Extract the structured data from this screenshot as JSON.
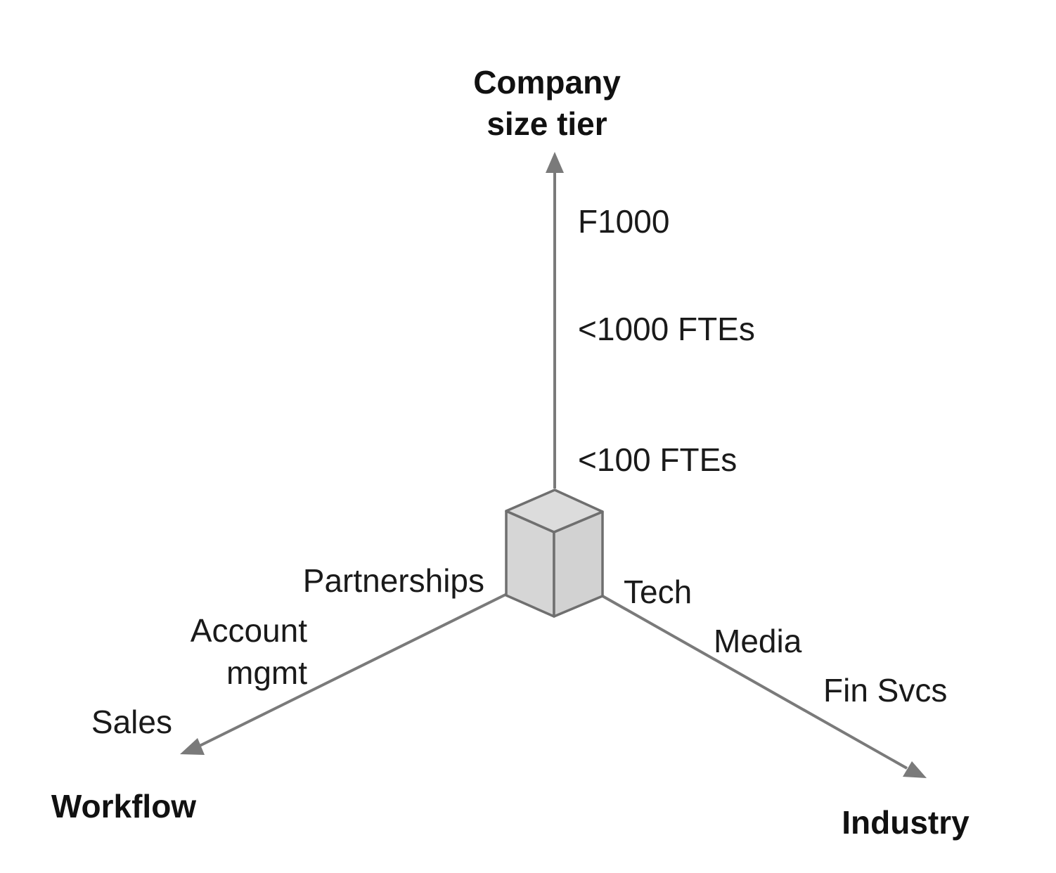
{
  "axes": {
    "vertical": {
      "title_line1": "Company",
      "title_line2": "size tier",
      "ticks": [
        "<100 FTEs",
        "<1000 FTEs",
        "F1000"
      ]
    },
    "left": {
      "title": "Workflow",
      "ticks": [
        "Partnerships",
        "Account",
        "mgmt",
        "Sales"
      ]
    },
    "right": {
      "title": "Industry",
      "ticks": [
        "Tech",
        "Media",
        "Fin Svcs"
      ]
    }
  },
  "colors": {
    "axis": "#7a7a7a",
    "cube_fill": "#d6d6d6",
    "cube_stroke": "#6f6f6f",
    "text": "#1a1a1a"
  }
}
